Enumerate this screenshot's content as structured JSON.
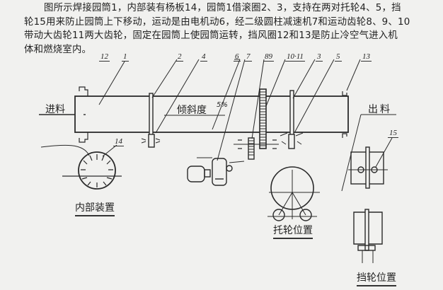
{
  "description": {
    "lines": [
      "图所示焊接园筒1，内部装有杨板14，园筒1借滚圈2、3，支持在两对托轮4、5，挡",
      "轮15用来防止园筒上下移动，运动是由电机动6，经二级圆柱减速机7和运动齿轮8、9、10",
      "带动大齿轮11两大齿轮，固定在园筒上使园筒运转，挡风圈12和13是防止冷空气进入机",
      "体和燃烧室内。"
    ]
  },
  "part_labels": {
    "p12": "12",
    "p1": "1",
    "p2": "2",
    "p4": "4",
    "p6": "6",
    "p7": "7",
    "p89": "89",
    "p1011": "10·11",
    "p3": "3",
    "p5": "5",
    "p13": "13",
    "p14": "14",
    "p15": "15"
  },
  "annotations": {
    "inlet": "进料",
    "outlet": "出料",
    "slope": "倾斜度",
    "slope_value": "5%"
  },
  "captions": {
    "internal": "内部装置",
    "support_roller": "托轮位置",
    "thrust_roller": "挡轮位置"
  }
}
